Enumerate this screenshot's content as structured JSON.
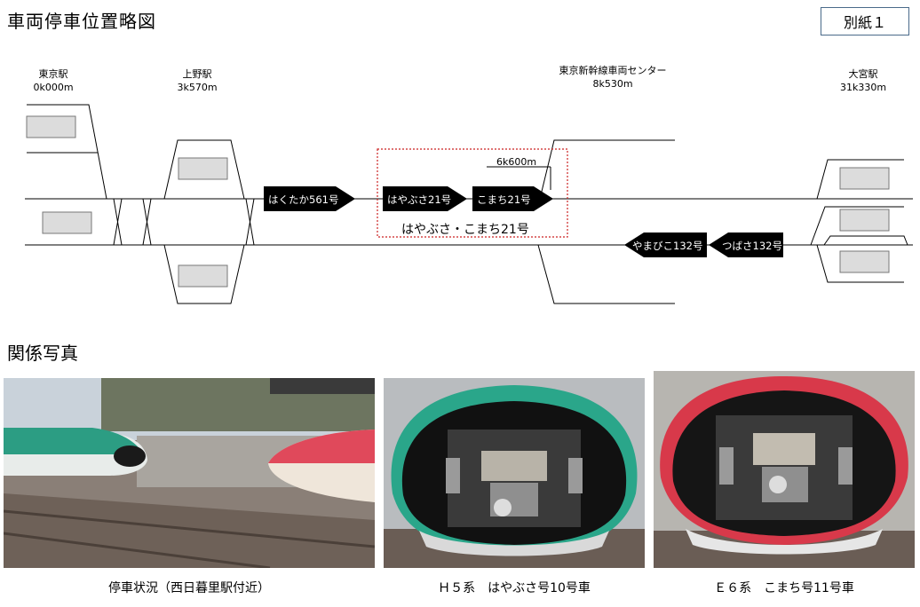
{
  "title": "車両停車位置略図",
  "attachment": "別紙１",
  "stations": [
    {
      "name": "東京駅",
      "km": "0k000m"
    },
    {
      "name": "上野駅",
      "km": "3k570m"
    },
    {
      "name": "東京新幹線車両センター",
      "km": "8k530m"
    },
    {
      "name": "大宮駅",
      "km": "31k330m"
    }
  ],
  "trains": {
    "hakutaka": "はくたか561号",
    "hayabusa": "はやぶさ21号",
    "komachi": "こまち21号",
    "yamabiko": "やまびこ132号",
    "tsubasa": "つばさ132号"
  },
  "distance": "6k600m",
  "highlight_label": "はやぶさ・こまち21号",
  "colors": {
    "highlight": "#cc2222",
    "train": "#000000",
    "platform": "#dcdcdc",
    "attach_border": "#4a6a8a"
  },
  "photos_heading": "関係写真",
  "photos": [
    {
      "caption": "停車状況（西日暮里駅付近）"
    },
    {
      "caption": "Ｈ５系　はやぶさ号10号車"
    },
    {
      "caption": "Ｅ６系　こまち号11号車"
    }
  ]
}
